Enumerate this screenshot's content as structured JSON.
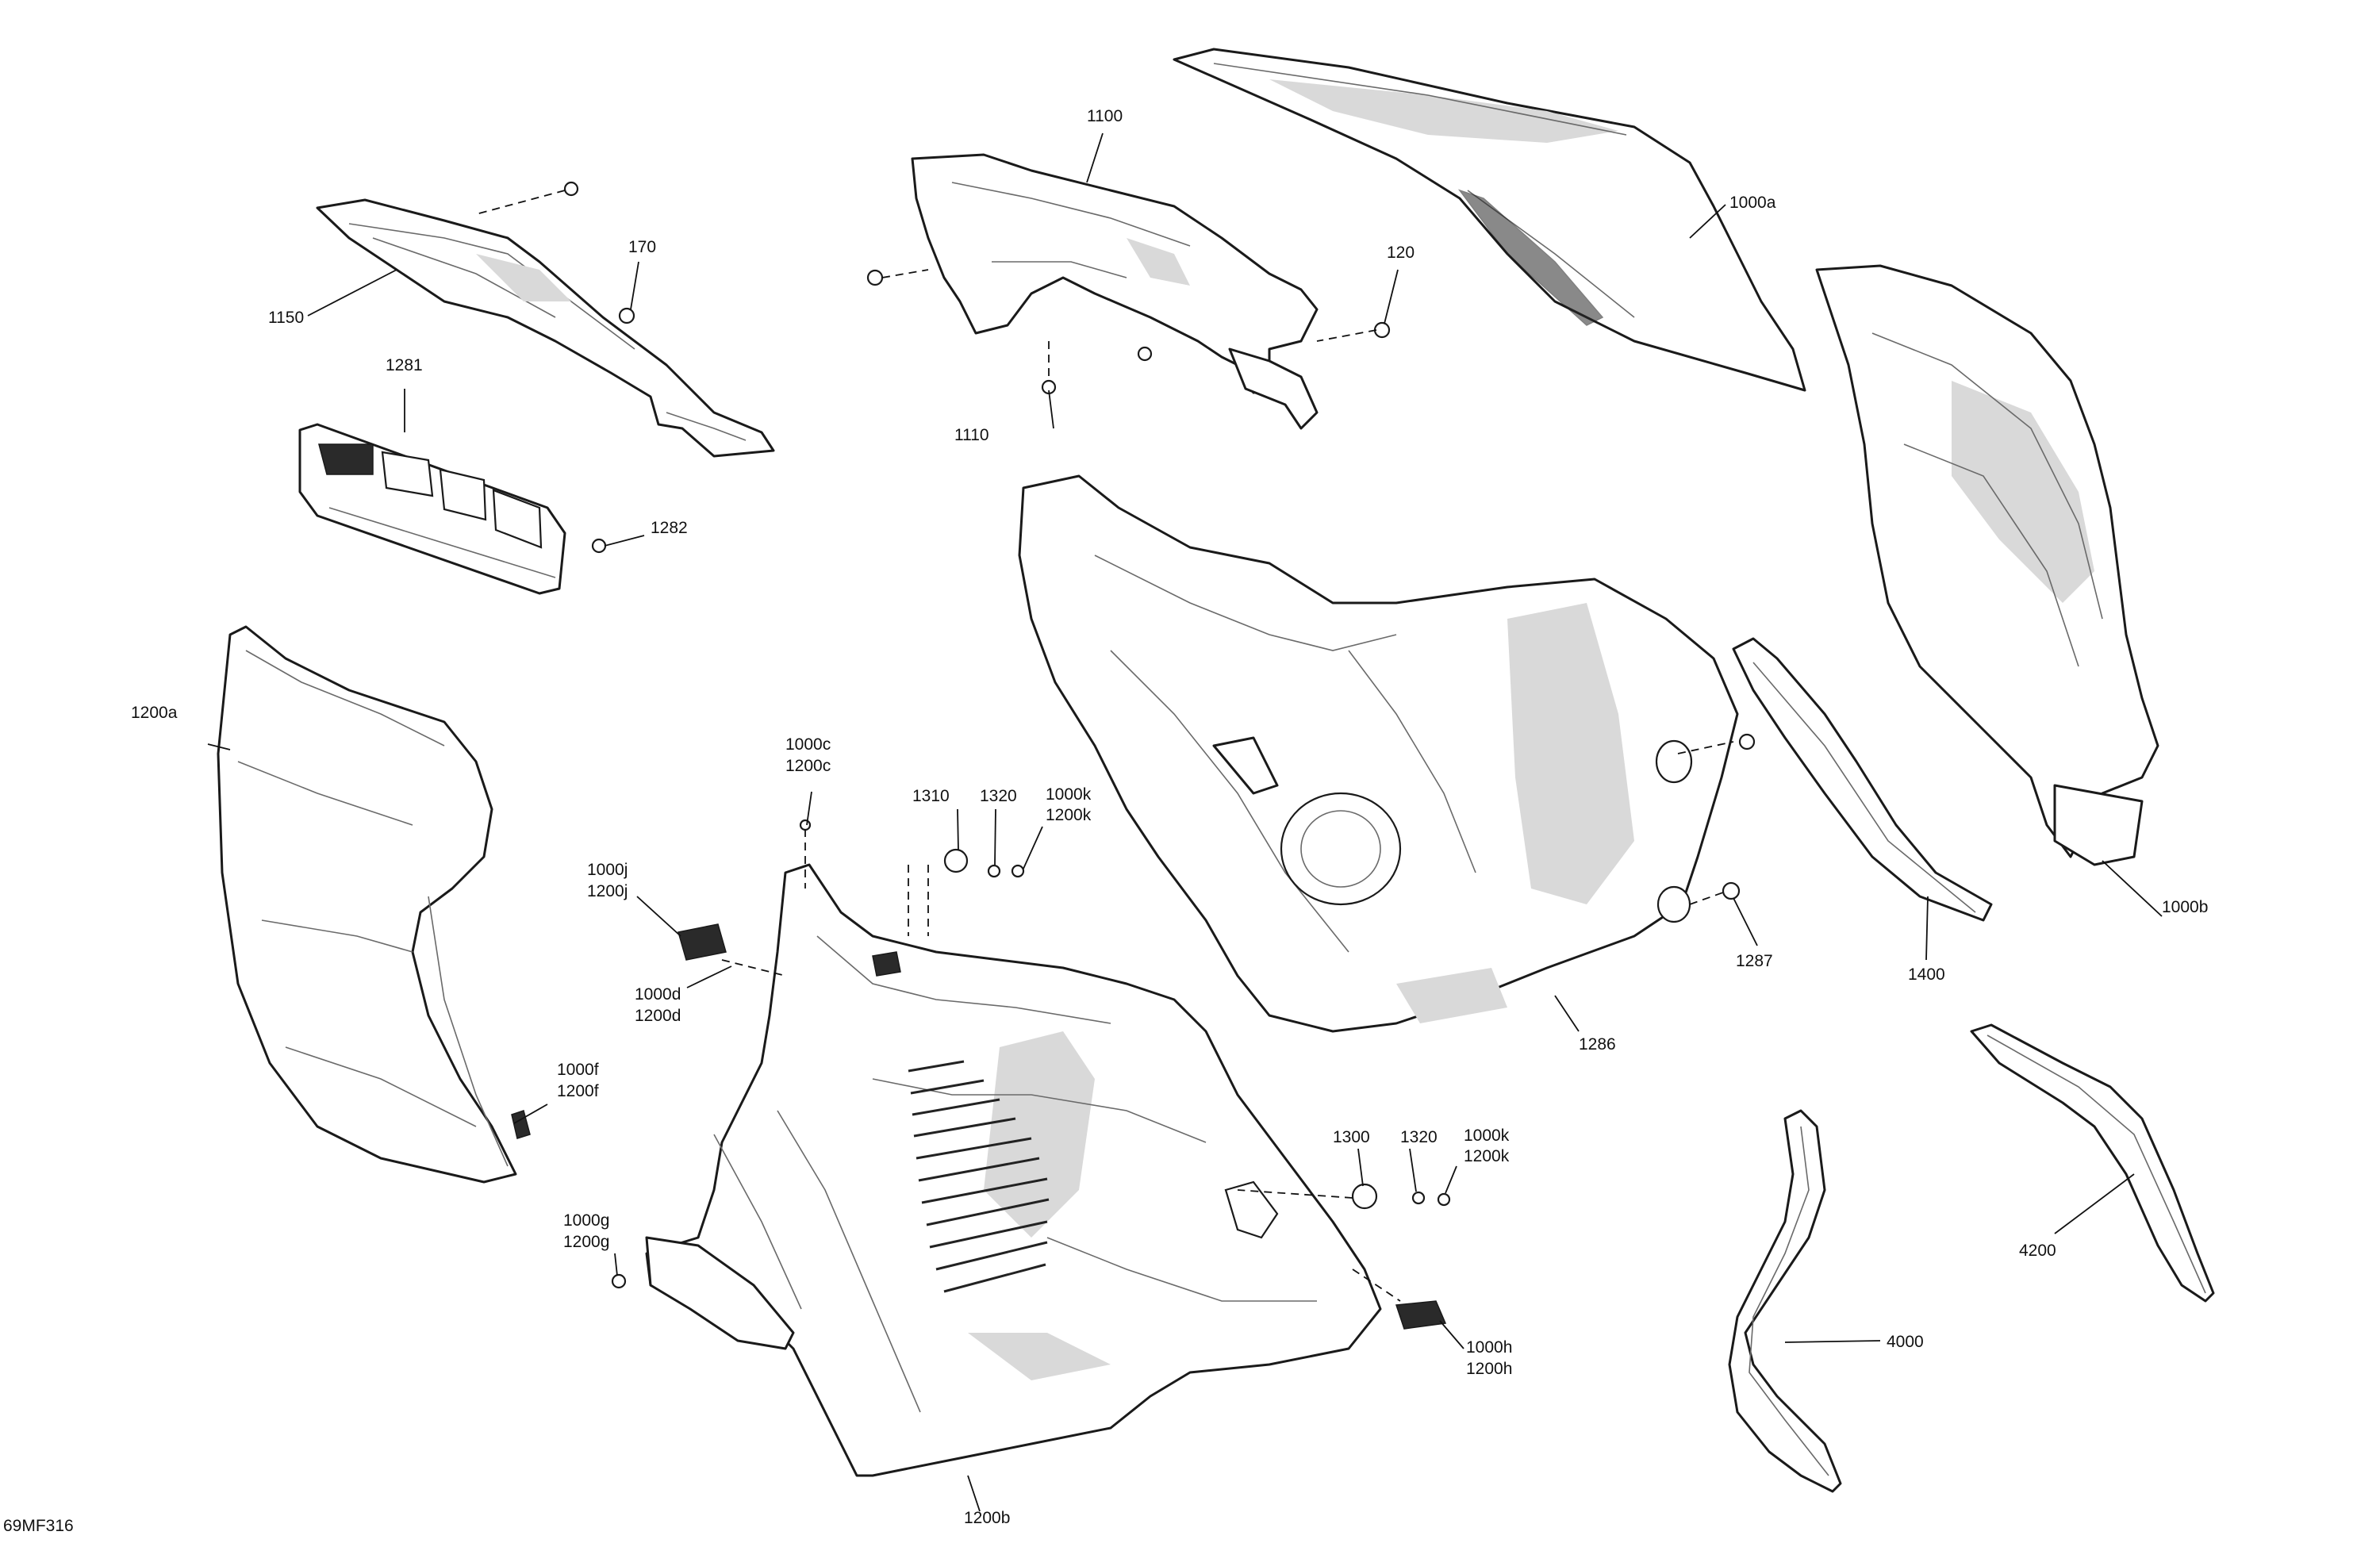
{
  "diagram": {
    "drawing_ref": "69MF316",
    "callouts": {
      "c1000a": "1000a",
      "c1000b": "1000b",
      "c1000c": "1000c",
      "c1200c": "1200c",
      "c1000d": "1000d",
      "c1200d": "1200d",
      "c1000f": "1000f",
      "c1200f": "1200f",
      "c1000g": "1000g",
      "c1200g": "1200g",
      "c1000h": "1000h",
      "c1200h": "1200h",
      "c1000j": "1000j",
      "c1200j": "1200j",
      "c1000k_a": "1000k",
      "c1200k_a": "1200k",
      "c1000k_b": "1000k",
      "c1200k_b": "1200k",
      "c1100": "1100",
      "c1110": "1110",
      "c1150": "1150",
      "c120": "120",
      "c170": "170",
      "c1200a": "1200a",
      "c1200b": "1200b",
      "c1281": "1281",
      "c1282": "1282",
      "c1286": "1286",
      "c1287": "1287",
      "c1300": "1300",
      "c1310": "1310",
      "c1320_a": "1320",
      "c1320_b": "1320",
      "c1400": "1400",
      "c4000": "4000",
      "c4200": "4200"
    }
  }
}
